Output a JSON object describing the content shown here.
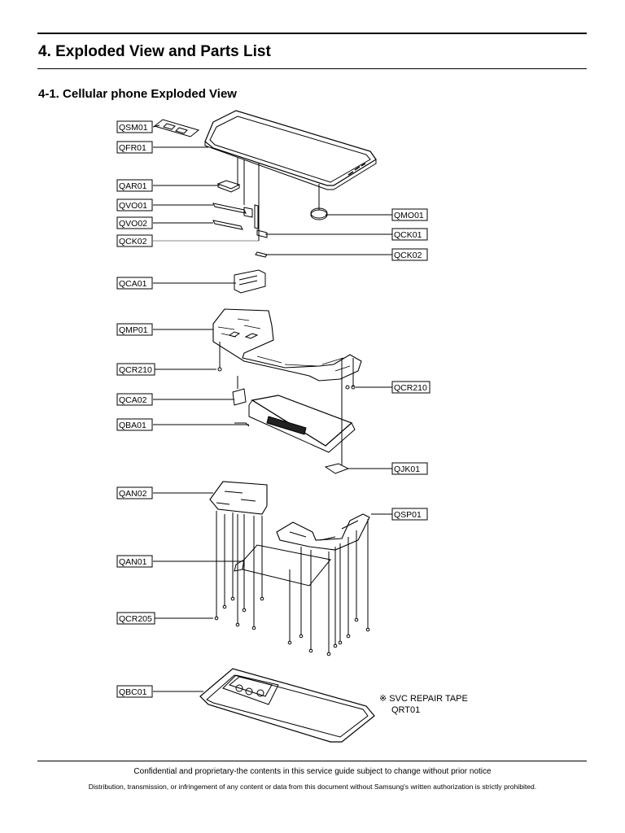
{
  "header": {
    "title": "4. Exploded View and Parts List",
    "subtitle": "4-1. Cellular phone Exploded View"
  },
  "callouts": {
    "qsm01": "QSM01",
    "qfr01": "QFR01",
    "qar01": "QAR01",
    "qvo01": "QVO01",
    "qvo02": "QVO02",
    "qck02_left": "QCK02",
    "qmo01": "QMO01",
    "qck01": "QCK01",
    "qck02_right": "QCK02",
    "qca01": "QCA01",
    "qmp01": "QMP01",
    "qcr210_left": "QCR210",
    "qcr210_right": "QCR210",
    "qca02": "QCA02",
    "qba01": "QBA01",
    "qjk01": "QJK01",
    "qan02": "QAN02",
    "qsp01": "QSP01",
    "qan01": "QAN01",
    "qcr205": "QCR205",
    "qbc01": "QBC01"
  },
  "repair_note": {
    "line1": "※ SVC REPAIR TAPE",
    "line2": "QRT01"
  },
  "footer": {
    "line1": "Confidential and proprietary-the contents in this service guide subject to change without prior notice",
    "line2": "Distribution, transmission, or infringement of any content or data from this document without Samsung's written authorization is strictly prohibited."
  }
}
